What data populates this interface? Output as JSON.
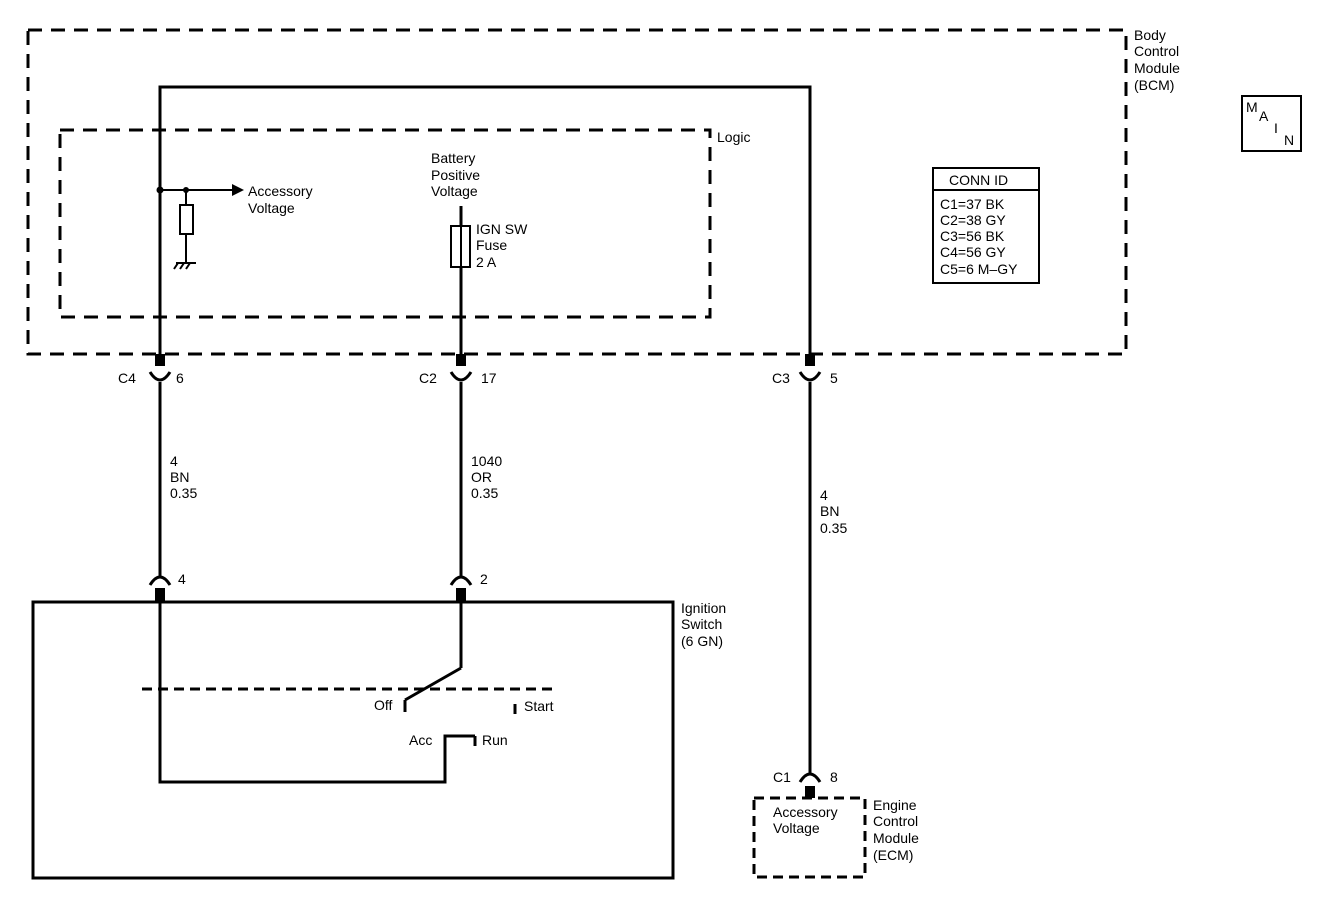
{
  "bcm": {
    "label": [
      "Body",
      "Control",
      "Module",
      "(BCM)"
    ]
  },
  "logic": {
    "label": "Logic"
  },
  "accessory_voltage": {
    "label": [
      "Accessory",
      "Voltage"
    ]
  },
  "battery": {
    "label": [
      "Battery",
      "Positive",
      "Voltage"
    ]
  },
  "fuse": {
    "label": [
      "IGN SW",
      "Fuse",
      "2 A"
    ]
  },
  "main_box": {
    "letters": [
      "M",
      "A",
      "I",
      "N"
    ]
  },
  "conn_id": {
    "title": "CONN ID",
    "rows": [
      "C1=37 BK",
      "C2=38 GY",
      "C3=56 BK",
      "C4=56 GY",
      "C5=6 M–GY"
    ]
  },
  "connectors": {
    "c4": {
      "name": "C4",
      "pin": "6"
    },
    "c2": {
      "name": "C2",
      "pin": "17"
    },
    "c3": {
      "name": "C3",
      "pin": "5"
    },
    "sw_left": {
      "pin": "4"
    },
    "sw_right": {
      "pin": "2"
    },
    "ecm_c1": {
      "name": "C1",
      "pin": "8"
    }
  },
  "wires": {
    "left": [
      "4",
      "BN",
      "0.35"
    ],
    "middle": [
      "1040",
      "OR",
      "0.35"
    ],
    "right": [
      "4",
      "BN",
      "0.35"
    ]
  },
  "ignition_switch": {
    "label": [
      "Ignition",
      "Switch",
      "(6 GN)"
    ],
    "positions": {
      "off": "Off",
      "start": "Start",
      "acc": "Acc",
      "run": "Run"
    }
  },
  "ecm": {
    "label": [
      "Engine",
      "Control",
      "Module",
      "(ECM)"
    ],
    "inner": [
      "Accessory",
      "Voltage"
    ]
  }
}
